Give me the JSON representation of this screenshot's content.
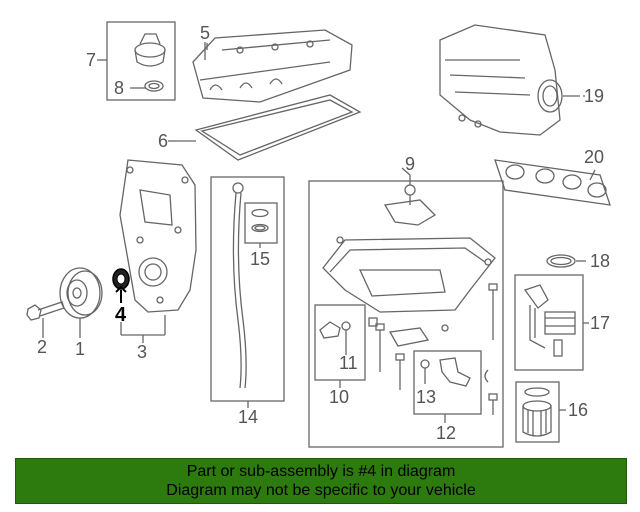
{
  "callouts": {
    "c1": "1",
    "c2": "2",
    "c3": "3",
    "c4": "4",
    "c5": "5",
    "c6": "6",
    "c7": "7",
    "c8": "8",
    "c9": "9",
    "c10": "10",
    "c11": "11",
    "c12": "12",
    "c13": "13",
    "c14": "14",
    "c15": "15",
    "c16": "16",
    "c17": "17",
    "c18": "18",
    "c19": "19",
    "c20": "20"
  },
  "banner": {
    "line1": "Part or sub-assembly is #4 in diagram",
    "line2": "Diagram may not be specific to your vehicle"
  },
  "colors": {
    "banner_bg": "#2d7a0e",
    "line_art": "#666666",
    "highlight": "#000000"
  }
}
